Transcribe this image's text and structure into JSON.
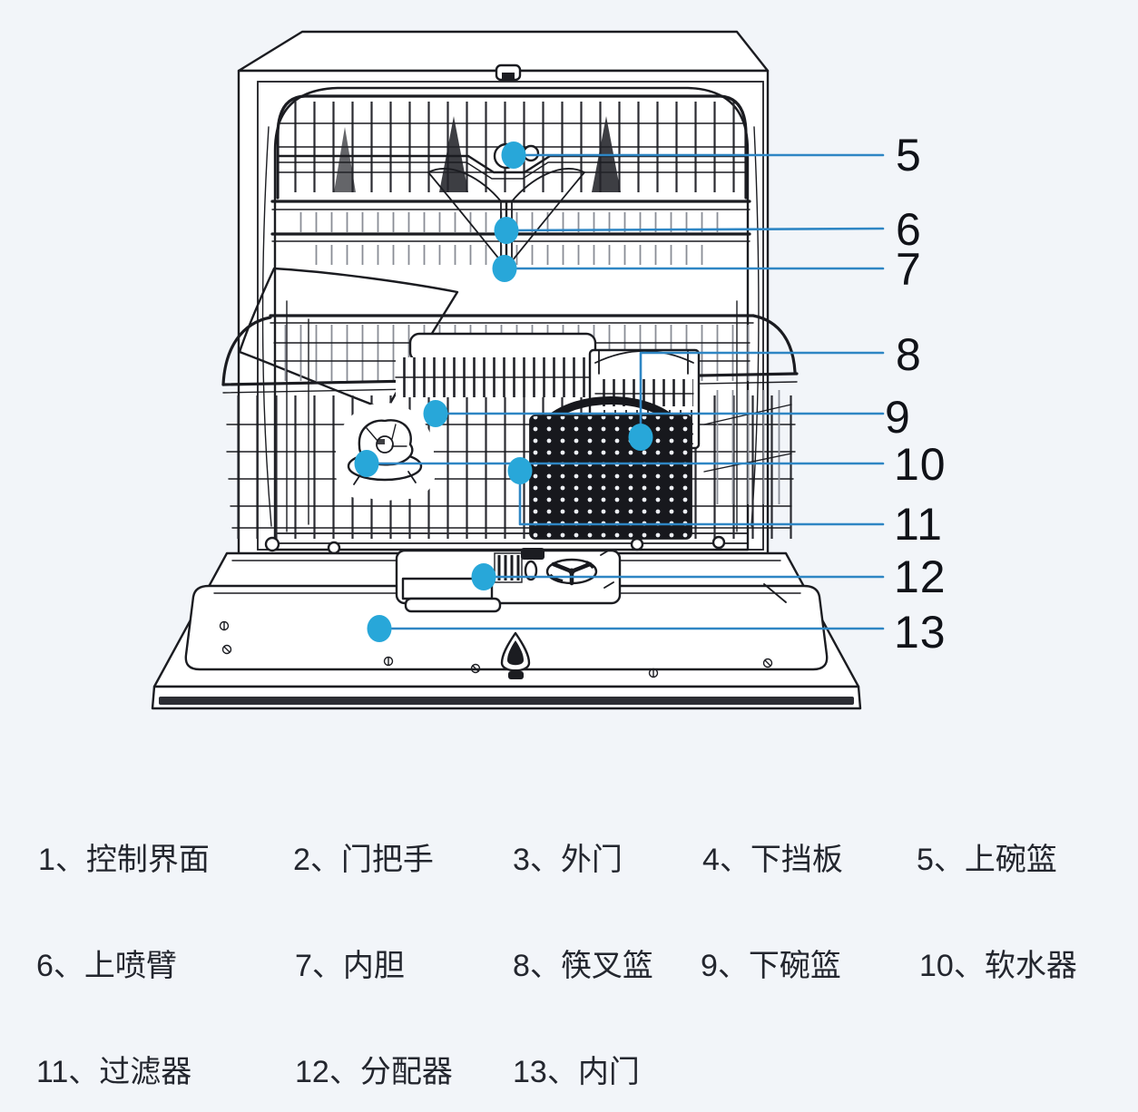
{
  "colors": {
    "background": "#f2f5f9",
    "ink": "#1b1c21",
    "callout_line": "#2e86c4",
    "callout_dot": "#28a7d9",
    "number_text": "#101218",
    "legend_text": "#23262e"
  },
  "callouts": {
    "items": [
      {
        "num": "5"
      },
      {
        "num": "6"
      },
      {
        "num": "7"
      },
      {
        "num": "8"
      },
      {
        "num": "9"
      },
      {
        "num": "10"
      },
      {
        "num": "11"
      },
      {
        "num": "12"
      },
      {
        "num": "13"
      }
    ]
  },
  "legend": {
    "items": [
      {
        "text": "1、控制界面"
      },
      {
        "text": "2、门把手"
      },
      {
        "text": "3、外门"
      },
      {
        "text": "4、下挡板"
      },
      {
        "text": "5、上碗篮"
      },
      {
        "text": "6、上喷臂"
      },
      {
        "text": "7、内胆"
      },
      {
        "text": "8、筷叉篮"
      },
      {
        "text": "9、下碗篮"
      },
      {
        "text": "10、软水器"
      },
      {
        "text": "11、过滤器"
      },
      {
        "text": "12、分配器"
      },
      {
        "text": "13、内门"
      }
    ]
  }
}
